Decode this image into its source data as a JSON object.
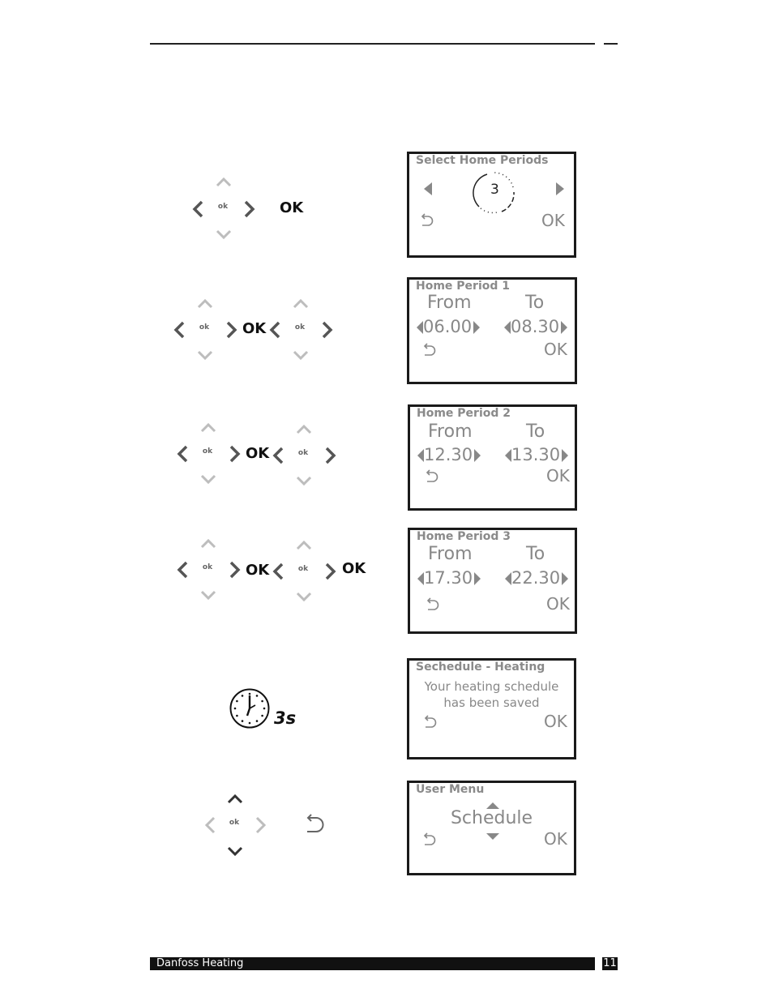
{
  "common": {
    "ok": "OK",
    "ok_mini": "ok",
    "from": "From",
    "to": "To"
  },
  "steps": [
    {
      "screen_title": "Select Home Periods",
      "count": "3"
    },
    {
      "screen_title": "Home Period 1",
      "from_time": "06.00",
      "to_time": "08.30"
    },
    {
      "screen_title": "Home Period 2",
      "from_time": "12.30",
      "to_time": "13.30"
    },
    {
      "screen_title": "Home Period 3",
      "from_time": "17.30",
      "to_time": "22.30"
    },
    {
      "screen_title": "Sechedule - Heating",
      "message_line1": "Your heating schedule",
      "message_line2": "has been saved",
      "wait": "3s"
    },
    {
      "screen_title": "User Menu",
      "menu_item": "Schedule"
    }
  ],
  "footer": {
    "brand": "Danfoss Heating",
    "page": "11"
  }
}
